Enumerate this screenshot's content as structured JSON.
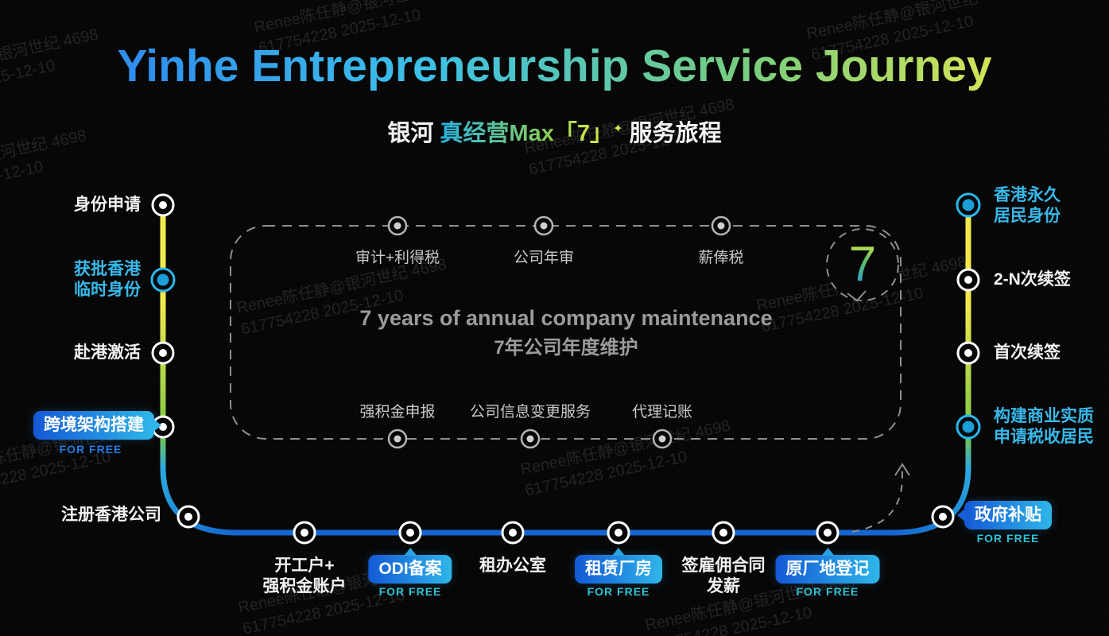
{
  "title": "Yinhe Entrepreneurship Service Journey",
  "subtitle": {
    "prefix": "银河 ",
    "brand": "真经营Max",
    "seven": "「7」",
    "star_icon": "✦",
    "suffix": " 服务旅程"
  },
  "free_label": "FOR FREE",
  "left_steps": [
    {
      "label": "身份申请"
    },
    {
      "label": "获批香港\n临时身份",
      "highlighted": true
    },
    {
      "label": "赴港激活"
    },
    {
      "label": "跨境架构搭建",
      "badge": true,
      "free": "FOR FREE"
    },
    {
      "label": "注册香港公司"
    }
  ],
  "bottom_steps": [
    {
      "label": "开工户+\n强积金账户"
    },
    {
      "label": "ODI备案",
      "badge": true,
      "free": "FOR FREE"
    },
    {
      "label": "租办公室"
    },
    {
      "label": "租赁厂房",
      "badge": true,
      "free": "FOR FREE"
    },
    {
      "label": "签雇佣合同\n发薪"
    },
    {
      "label": "原厂地登记",
      "badge": true,
      "free": "FOR FREE"
    }
  ],
  "right_steps": [
    {
      "label": "香港永久\n居民身份",
      "highlighted": true
    },
    {
      "label": "2-N次续签"
    },
    {
      "label": "首次续签"
    },
    {
      "label": "构建商业实质\n申请税收居民",
      "highlighted": true
    },
    {
      "label": "政府补贴",
      "badge": true,
      "free": "FOR FREE"
    }
  ],
  "maintenance": {
    "top_items": [
      "审计+利得税",
      "公司年审",
      "薪俸税"
    ],
    "bottom_items": [
      "强积金申报",
      "公司信息变更服务",
      "代理记账"
    ],
    "caption_en": "7 years of annual company maintenance",
    "caption_zh": "7年公司年度维护",
    "cycle_number": "7"
  },
  "watermark": {
    "line1": "Renee陈任静@银河世纪 4698",
    "line2": "617754228 2025-12-10"
  },
  "colors": {
    "accent_cyan": "#38b9ea",
    "path_yellow": "#f2e84c",
    "path_green": "#7cc743",
    "path_cyan": "#2aa9e0",
    "path_blue": "#1565cf",
    "badge_gradient_start": "#1459d6",
    "badge_gradient_end": "#2fb6e8",
    "free_blue": "#1e7ce8",
    "free_cyan": "#2cc3da"
  }
}
